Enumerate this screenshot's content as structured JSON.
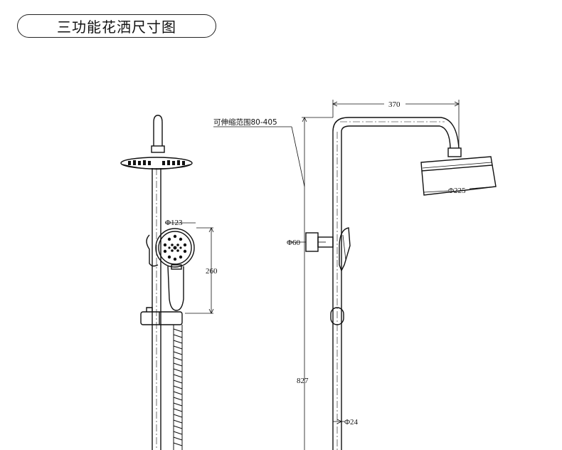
{
  "title": "三功能花洒尺寸图",
  "dimensions": {
    "top_arm_width": "370",
    "overhead_diameter": "Φ225",
    "handheld_diameter": "Φ123",
    "handheld_length": "260",
    "holder_diameter": "Φ60",
    "total_height": "827",
    "pipe_diameter": "Φ24",
    "adjust_range": "可伸缩范围80-405"
  },
  "colors": {
    "line": "#111111",
    "background": "#ffffff"
  }
}
